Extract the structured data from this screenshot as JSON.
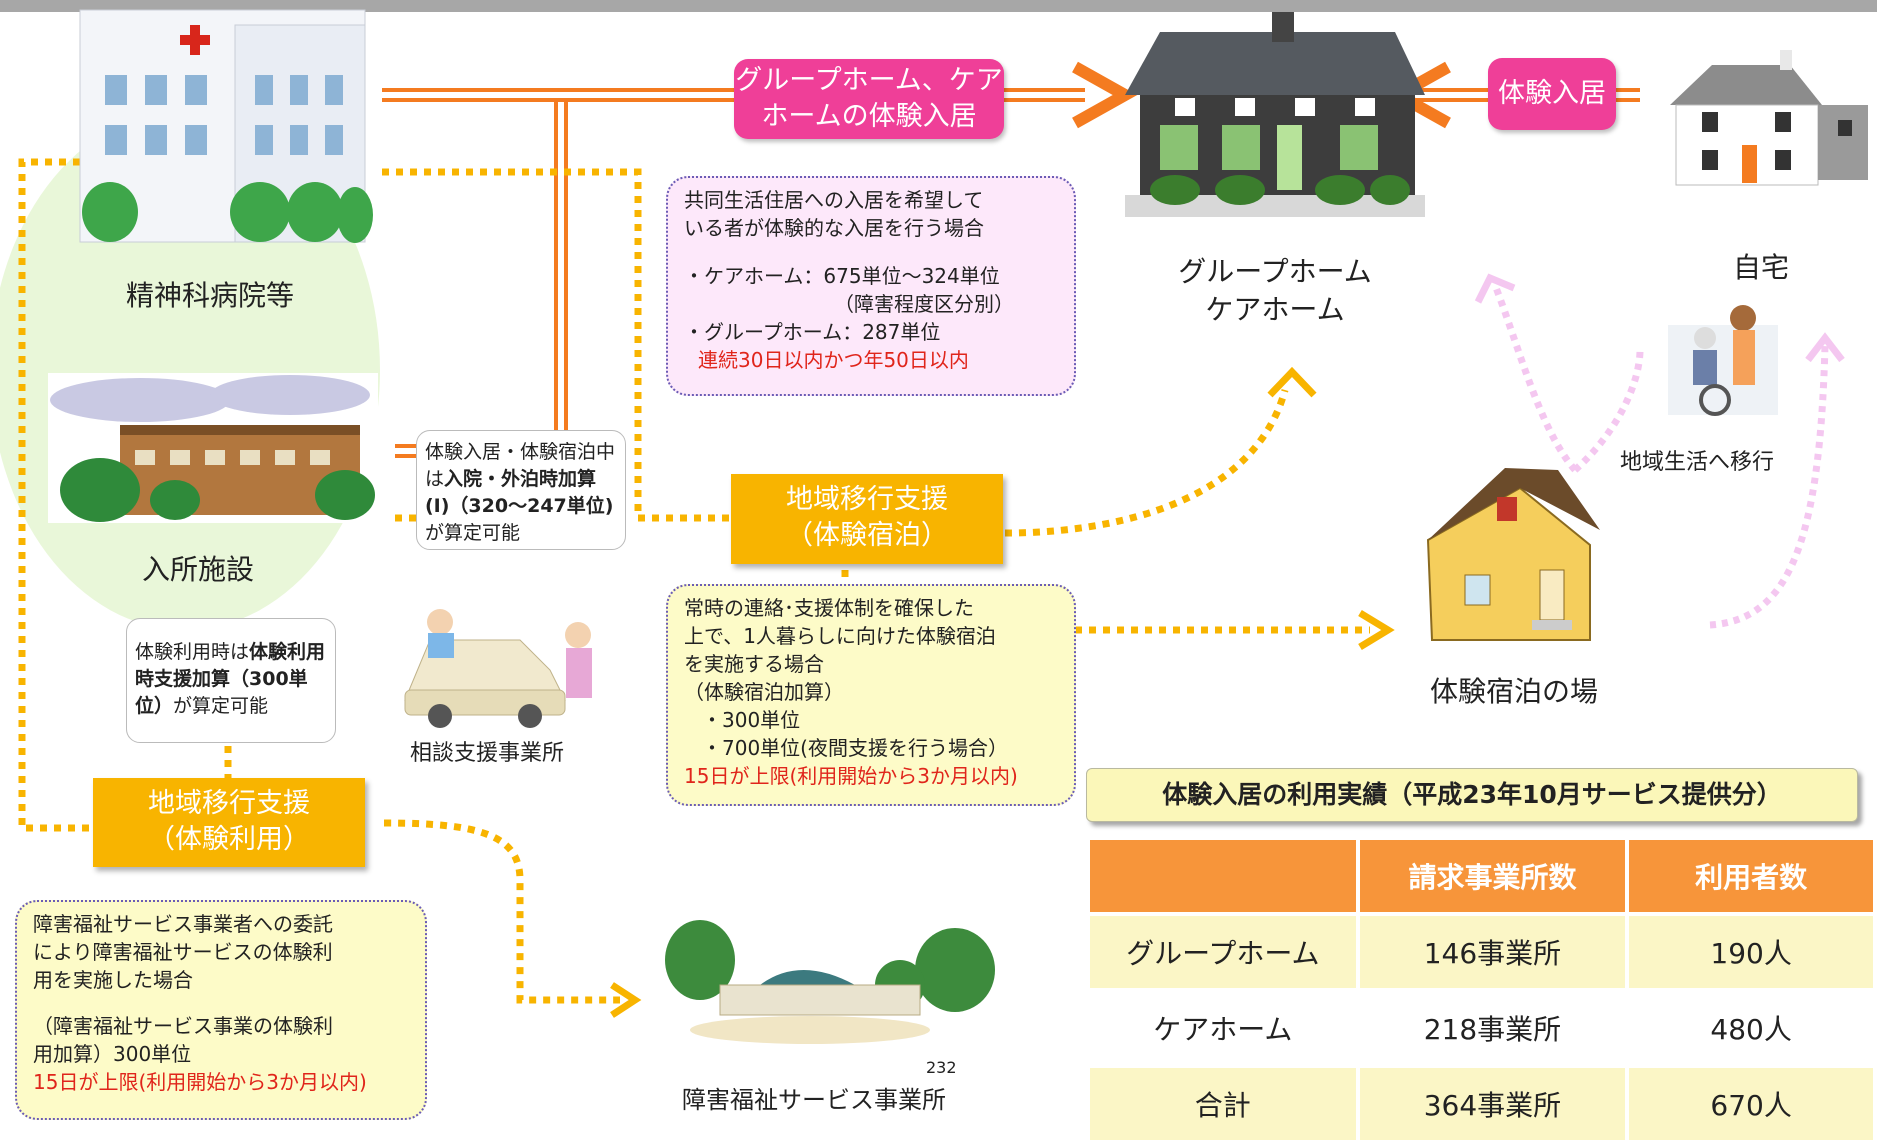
{
  "places": {
    "hospital": "精神科病院等",
    "facility": "入所施設",
    "grouphome_line1": "グループホーム",
    "grouphome_line2": "ケアホーム",
    "home": "自宅",
    "trial_stay_place": "体験宿泊の場",
    "consultation_office": "相談支援事業所",
    "welfare_office": "障害福祉サービス事業所",
    "community_transition": "地域生活へ移行"
  },
  "buttons": {
    "trial_move_in_line1": "グループホーム、ケア",
    "trial_move_in_line2": "ホームの体験入居",
    "trial_move_in_home": "体験入居",
    "support_stay_line1": "地域移行支援",
    "support_stay_line2": "（体験宿泊）",
    "support_use_line1": "地域移行支援",
    "support_use_line2": "（体験利用）"
  },
  "notes": {
    "pink": {
      "l1": "共同生活住居への入居を希望して",
      "l2": "いる者が体験的な入居を行う場合",
      "l3": "・ケアホーム：675単位～324単位",
      "l4": "（障害程度区分別）",
      "l5": "・グループホーム：287単位",
      "l6": "連続30日以内かつ年50日以内"
    },
    "mid": {
      "p1": "体験入居・体験宿泊中は",
      "b1": "入院・外泊時加算(Ⅰ)（320～247単位)",
      "p2": "が算定可能"
    },
    "left": {
      "p1": "体験利用時は",
      "b1": "体験利用時支援加算（300単位）",
      "p2": "が算定可能"
    },
    "stay": {
      "l1": "常時の連絡･支援体制を確保した",
      "l2": "上で、1人暮らしに向けた体験宿泊",
      "l3": "を実施する場合",
      "l4": "（体験宿泊加算）",
      "l5": "・300単位",
      "l6": "・700単位(夜間支援を行う場合）",
      "l7": "15日が上限(利用開始から3か月以内)"
    },
    "use": {
      "l1": "障害福祉サービス事業者への委託",
      "l2": "により障害福祉サービスの体験利",
      "l3": "用を実施した場合",
      "l4": "（障害福祉サービス事業の体験利",
      "l5": "用加算）300単位",
      "l6": "15日が上限(利用開始から3か月以内)"
    }
  },
  "results": {
    "title": "体験入居の利用実績（平成23年10月サービス提供分）",
    "headers": [
      "",
      "請求事業所数",
      "利用者数"
    ],
    "rows": [
      [
        "グループホーム",
        "146事業所",
        "190人"
      ],
      [
        "ケアホーム",
        "218事業所",
        "480人"
      ],
      [
        "合計",
        "364事業所",
        "670人"
      ]
    ]
  },
  "page_number": "232",
  "colors": {
    "orange": "#f47b20",
    "dotted_yellow": "#f8b400",
    "pink": "#ef3f98",
    "light_pink": "#f4c7f0"
  }
}
